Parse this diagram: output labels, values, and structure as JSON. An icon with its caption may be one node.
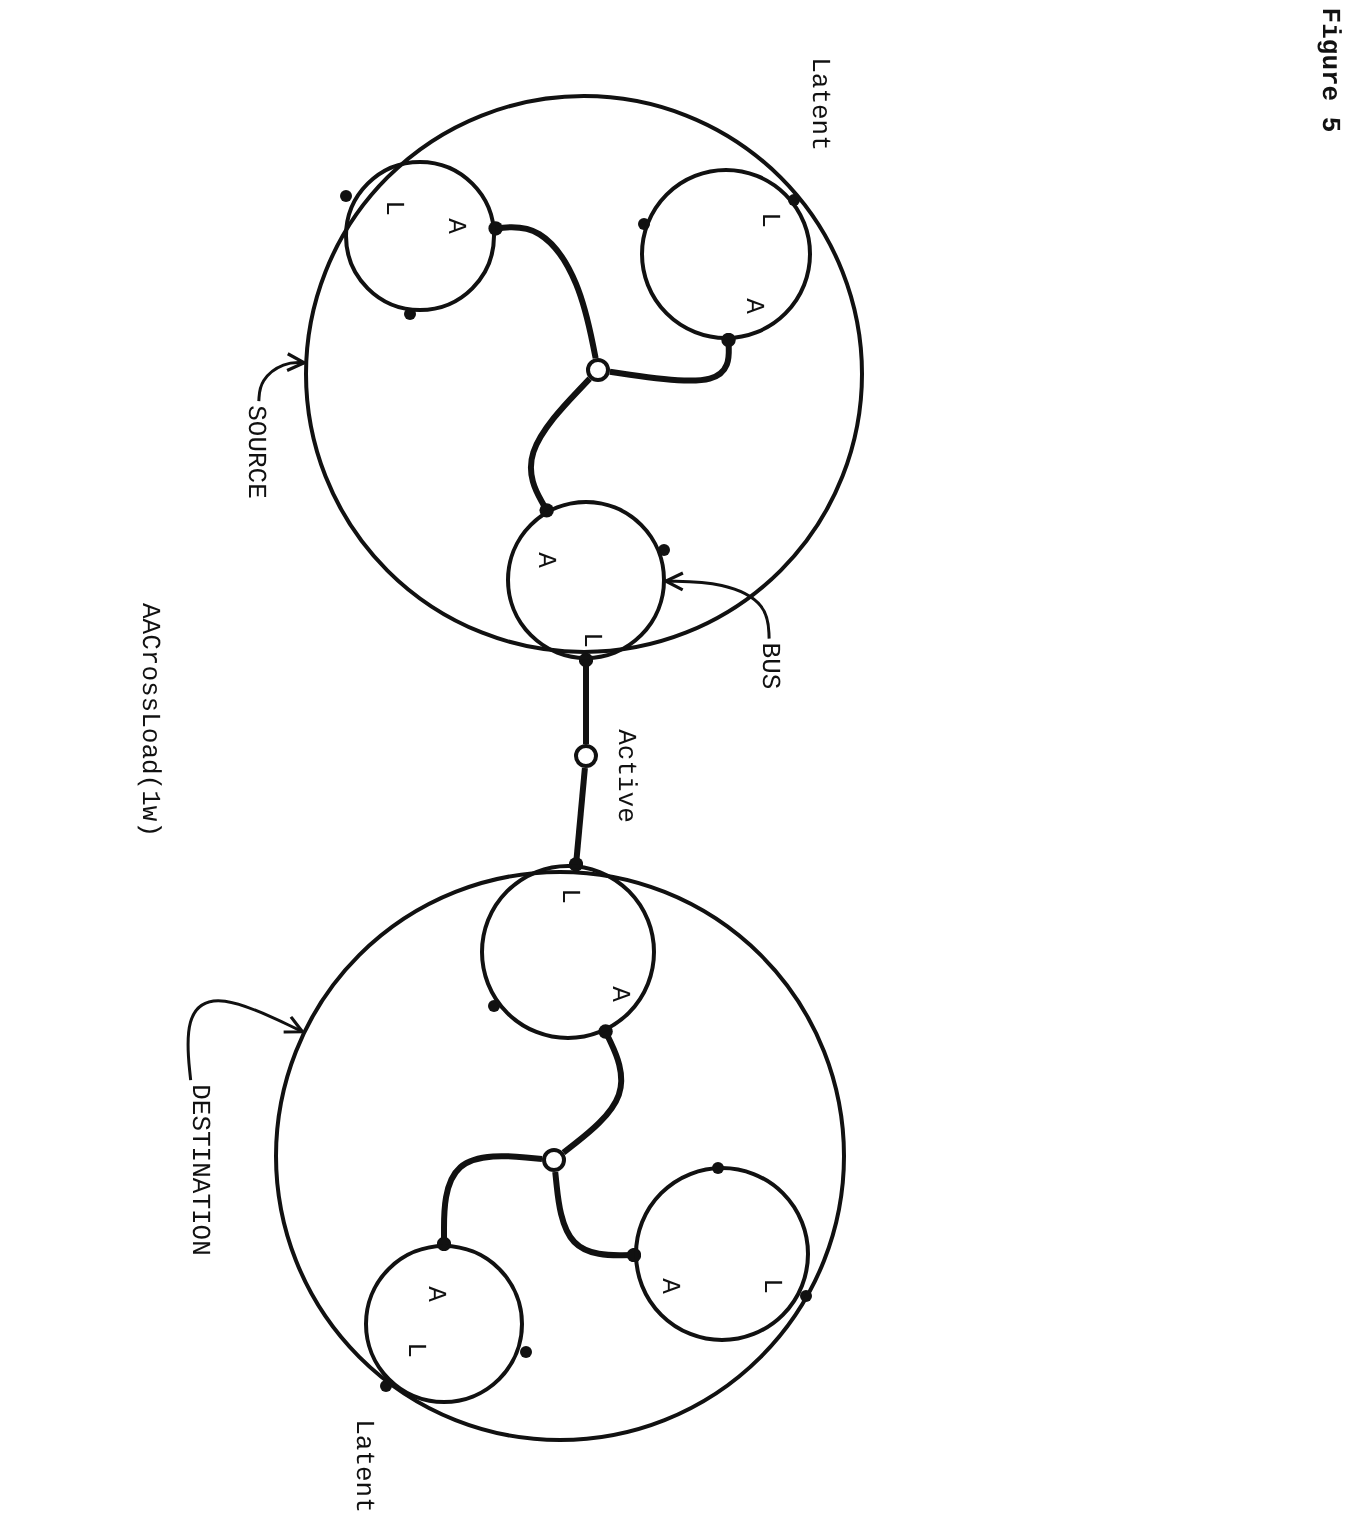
{
  "diagram": {
    "title": "Figure 5",
    "caption": "AACrossLoad(1w)",
    "nodes": [
      {
        "text": [],
        "shape": "circle"
      },
      {
        "text": [
          "L",
          "A"
        ],
        "in": 0
      },
      {
        "text": [
          "L",
          "A"
        ],
        "in": 0
      },
      {
        "text": [
          "A",
          "L"
        ],
        "in": 0
      },
      {
        "text": [],
        "shape": "circle",
        "in": 0
      },
      {
        "text": [],
        "shape": "circle"
      },
      {
        "text": [
          "L",
          "A"
        ],
        "in": 5
      },
      {
        "text": [
          "A",
          "L"
        ],
        "in": 5
      },
      {
        "text": [
          "A",
          "L"
        ],
        "in": 5
      },
      {
        "text": [],
        "shape": "circle",
        "in": 5
      },
      {
        "text": [],
        "shape": "circle",
        "beside": [
          "Active"
        ]
      },
      {
        "text": [
          "SOURCE"
        ]
      },
      {
        "text": [
          "BUS"
        ]
      },
      {
        "text": [
          "DESTINATION"
        ]
      }
    ],
    "edges": [
      {
        "from": 1,
        "to": 4,
        "arrow": "other"
      },
      {
        "from": 2,
        "to": 4,
        "arrow": "other"
      },
      {
        "from": 3,
        "to": 4,
        "arrow": "other"
      },
      {
        "from": 3,
        "to": 10,
        "arrow": "other"
      },
      {
        "from": 6,
        "to": 10,
        "arrow": "other"
      },
      {
        "from": 6,
        "to": 9,
        "arrow": "other"
      },
      {
        "from": 7,
        "to": 9,
        "arrow": "other"
      },
      {
        "from": 8,
        "to": 9,
        "arrow": "other"
      },
      {
        "from": 11,
        "to": 0,
        "arrow": "to"
      },
      {
        "from": 12,
        "to": 3,
        "arrow": "to"
      },
      {
        "from": 13,
        "to": 5,
        "arrow": "to"
      }
    ],
    "labels": [
      "Latent",
      "Latent"
    ]
  }
}
